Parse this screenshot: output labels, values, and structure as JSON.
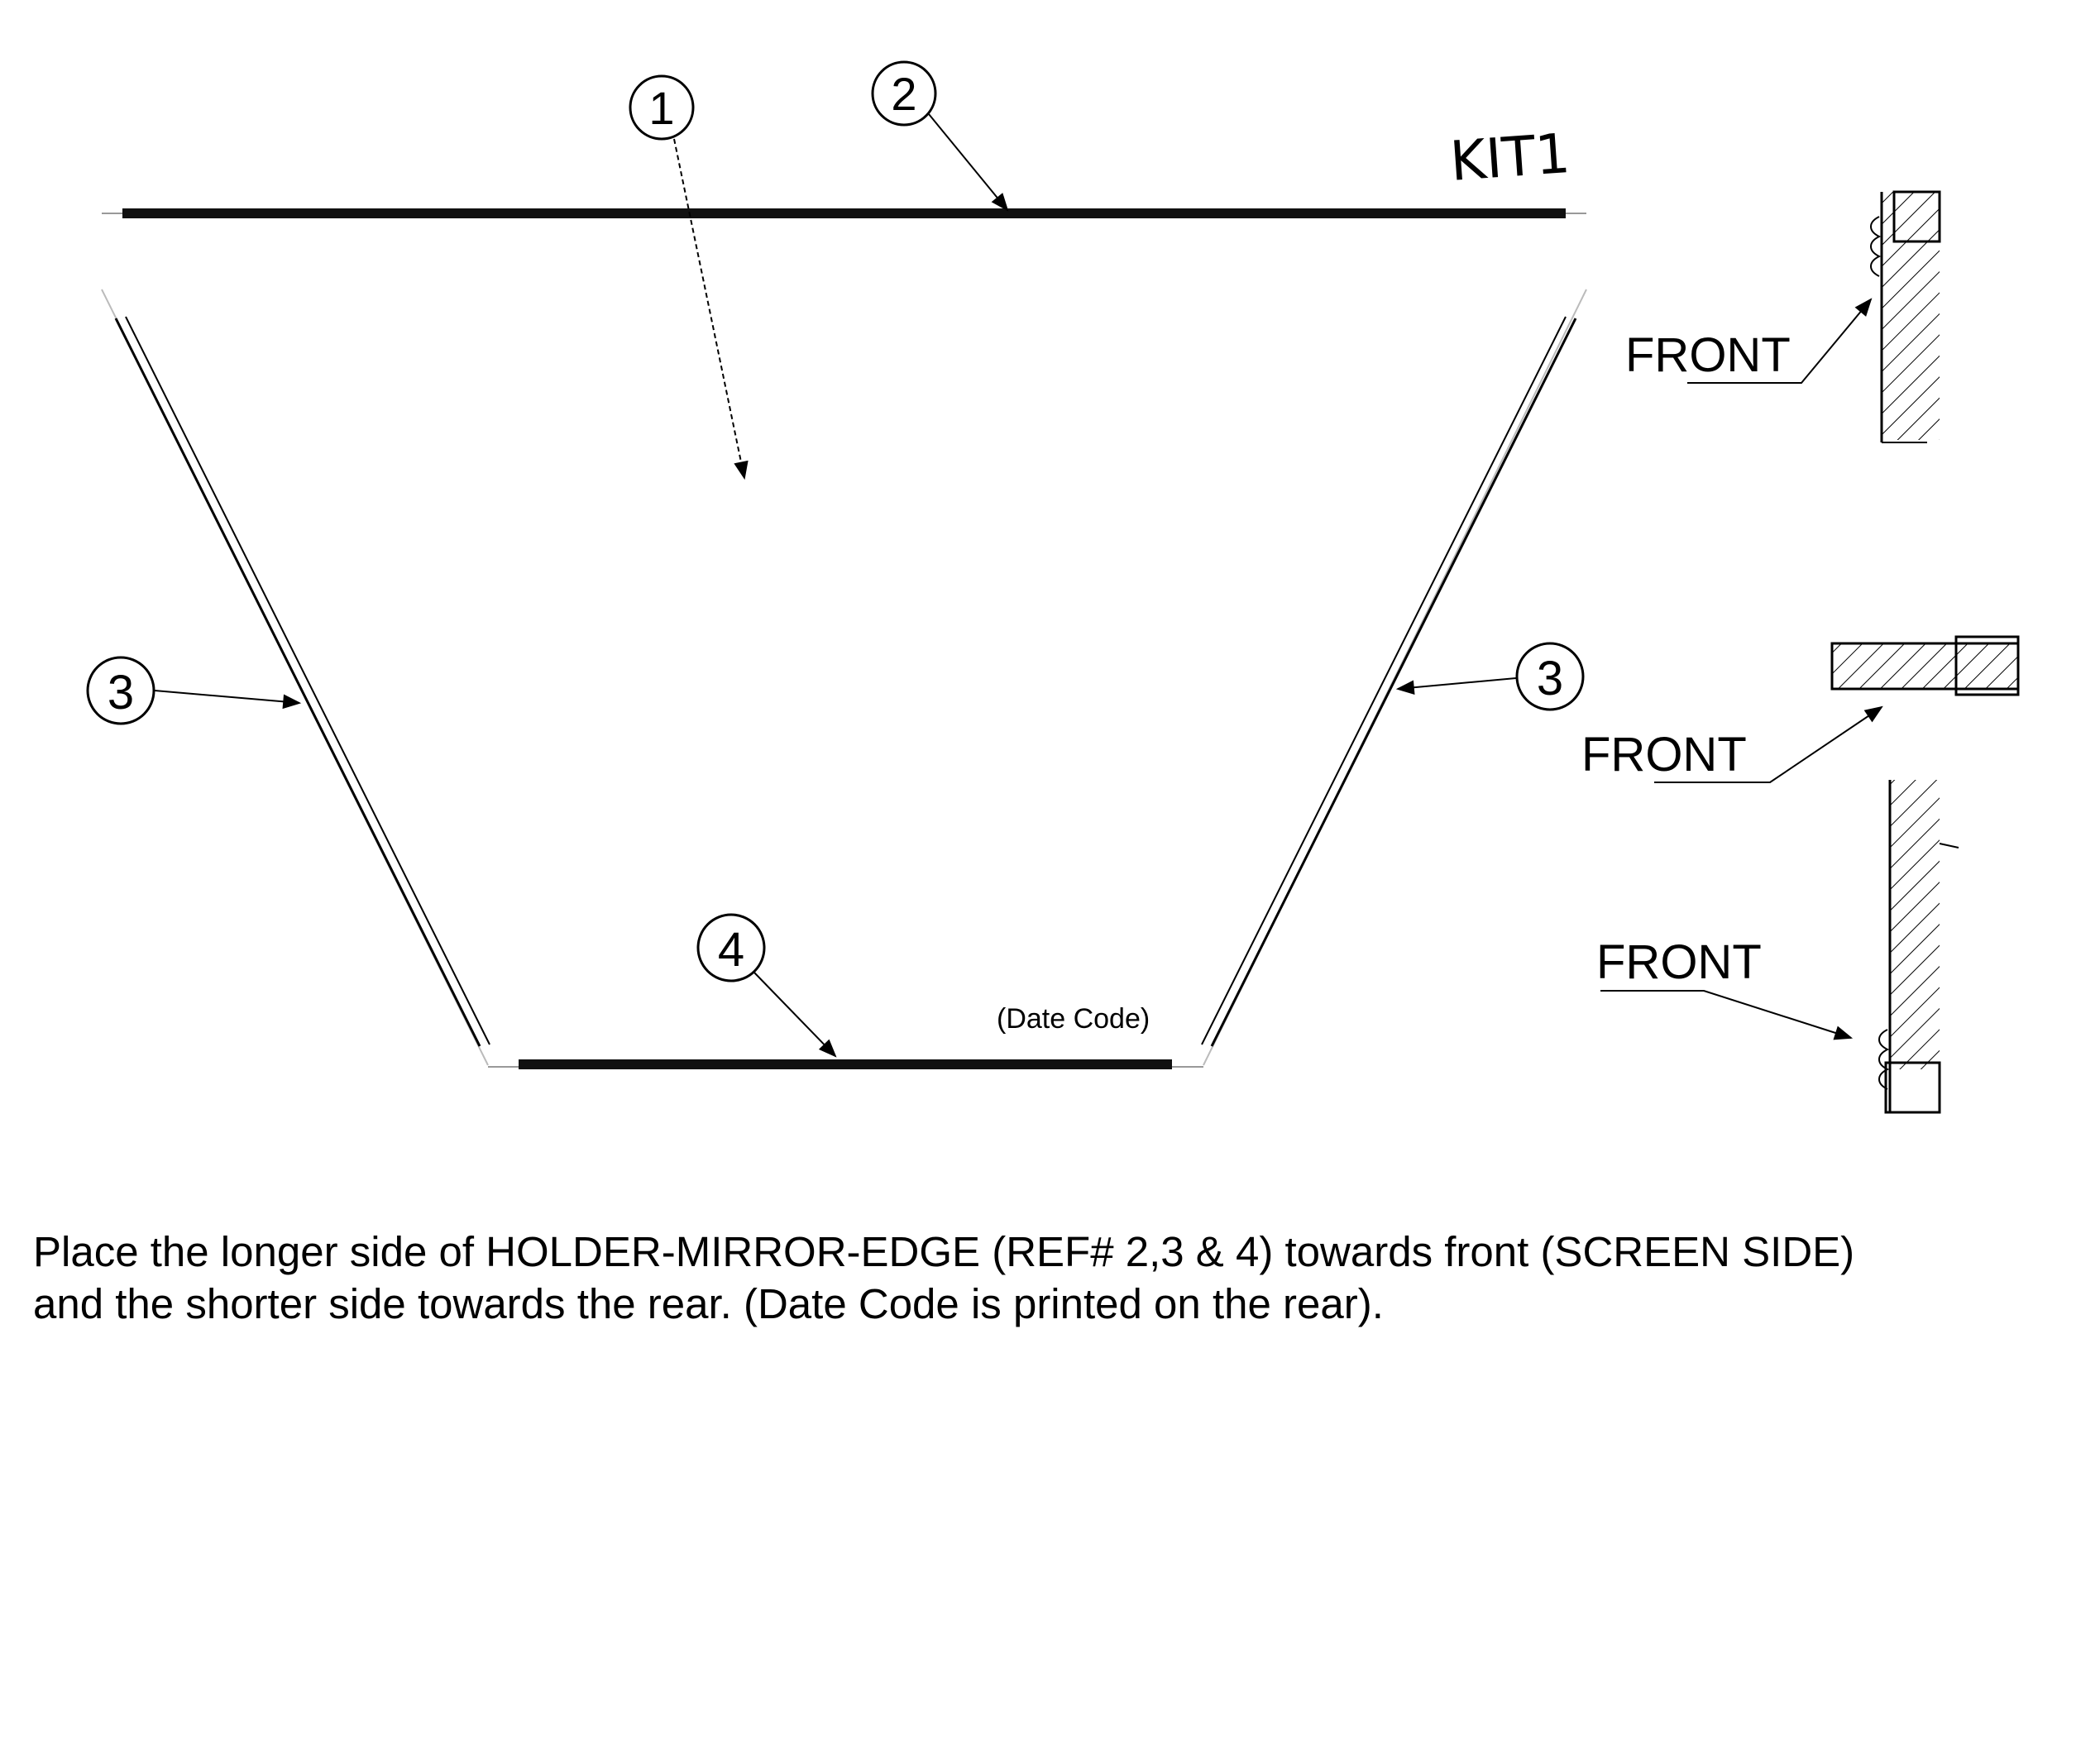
{
  "title_mark": "KIT1",
  "callouts": {
    "c1": "1",
    "c2": "2",
    "c3_left": "3",
    "c3_right": "3",
    "c4": "4"
  },
  "date_code_label": "(Date Code)",
  "front_labels": [
    "FRONT",
    "FRONT",
    "FRONT"
  ],
  "instructions": {
    "line1": "Place the longer side of HOLDER-MIRROR-EDGE (REF# 2,3 & 4) towards front (SCREEN SIDE)",
    "line2": "and the shorter side towards the rear. (Date Code is printed on the rear)."
  }
}
